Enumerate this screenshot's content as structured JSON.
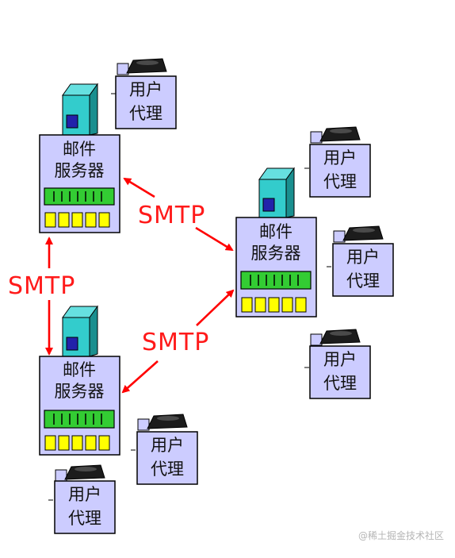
{
  "mail_server": {
    "line1": "邮件",
    "line2": "服务器"
  },
  "user_agent": {
    "line1": "用户",
    "line2": "代理"
  },
  "protocol_label": "SMTP",
  "watermark": "@稀土掘金技术社区",
  "colors": {
    "server_box": "#ccccff",
    "tower": "#33cccc",
    "green_bar": "#33cc33",
    "yellow_slots": "#ffff00",
    "arrow": "#ff0000",
    "ua_box": "#ccccff"
  }
}
